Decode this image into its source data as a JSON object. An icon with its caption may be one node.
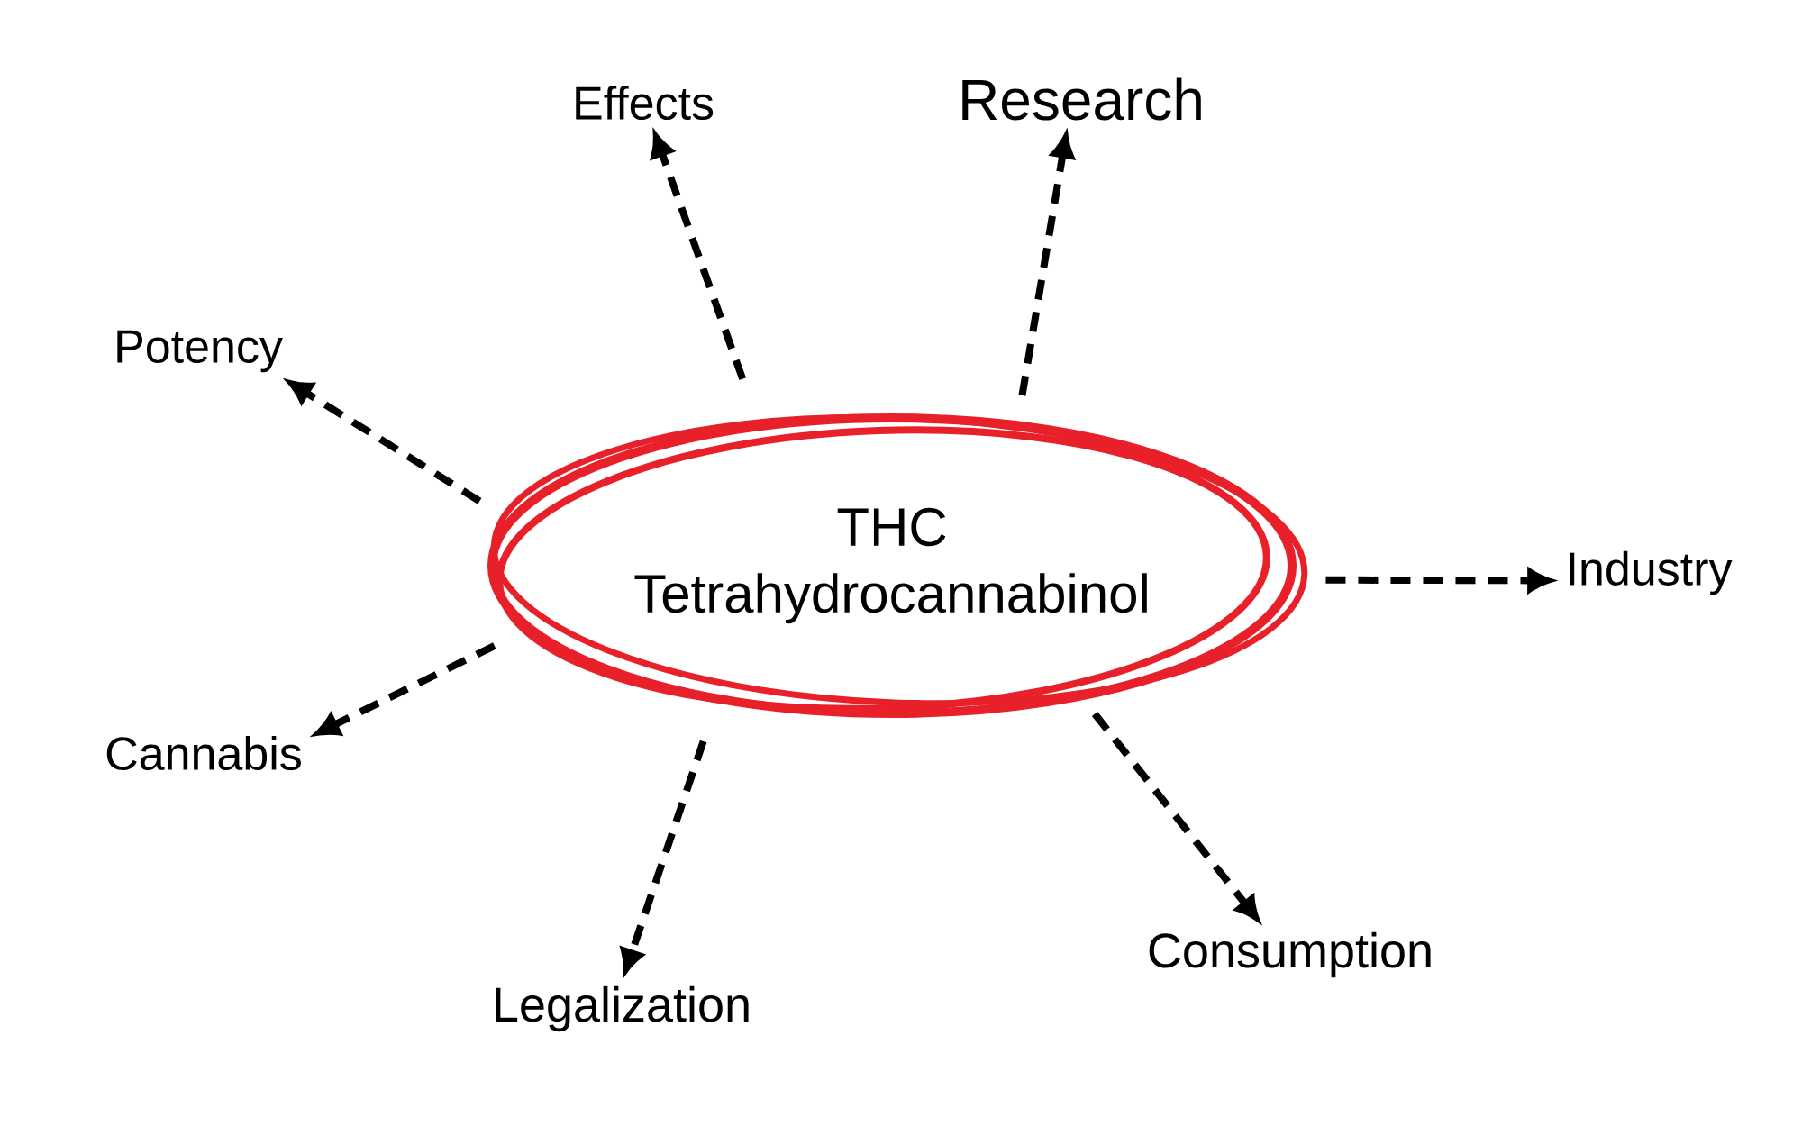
{
  "diagram": {
    "nodes": [
      {
        "text": [
          "THC",
          "Tetrahydrocannabinol"
        ]
      },
      {
        "text": [
          "Effects"
        ]
      },
      {
        "text": [
          "Research"
        ]
      },
      {
        "text": [
          "Potency"
        ]
      },
      {
        "text": [
          "Industry"
        ]
      },
      {
        "text": [
          "Cannabis"
        ]
      },
      {
        "text": [
          "Consumption"
        ]
      },
      {
        "text": [
          "Legalization"
        ]
      }
    ],
    "edges": [
      {
        "from": 0,
        "to": 1,
        "arrow": "to",
        "style": "dashed"
      },
      {
        "from": 0,
        "to": 2,
        "arrow": "to",
        "style": "dashed"
      },
      {
        "from": 0,
        "to": 3,
        "arrow": "to",
        "style": "dashed"
      },
      {
        "from": 0,
        "to": 4,
        "arrow": "to",
        "style": "dashed"
      },
      {
        "from": 0,
        "to": 5,
        "arrow": "to",
        "style": "dashed"
      },
      {
        "from": 0,
        "to": 6,
        "arrow": "to",
        "style": "dashed"
      },
      {
        "from": 0,
        "to": 7,
        "arrow": "to",
        "style": "dashed"
      }
    ]
  }
}
